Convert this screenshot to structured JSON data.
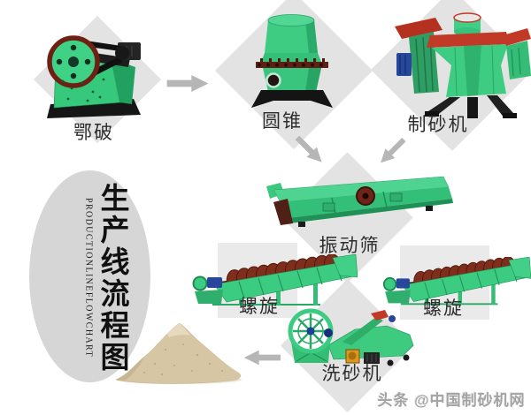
{
  "title_oval": {
    "chinese": "生产线流程图",
    "english": "PRODUCTIONLINEFLOWCHART"
  },
  "machines": {
    "jaw": {
      "label": "鄂破"
    },
    "cone": {
      "label": "圆锥"
    },
    "sandmaker": {
      "label": "制砂机"
    },
    "screen": {
      "label": "振动筛"
    },
    "spiral_left": {
      "label": "螺旋"
    },
    "spiral_right": {
      "label": "螺旋"
    },
    "washer": {
      "label": "洗砂机"
    }
  },
  "flow_arrows": [
    {
      "from": "鄂破",
      "to": "圆锥",
      "direction": "right"
    },
    {
      "from": "圆锥",
      "to": "振动筛",
      "direction": "down-right"
    },
    {
      "from": "制砂机",
      "to": "振动筛",
      "direction": "down-left"
    },
    {
      "from": "洗砂机",
      "to": "sand-pile",
      "direction": "left"
    }
  ],
  "watermark": {
    "text": "头条 @中国制砂机网"
  },
  "colors": {
    "machine_green": "#3bcb81",
    "machine_green_dark": "#2aa866",
    "diamond_gray": "#e3e3e3",
    "square_gray": "#eaeaea",
    "arrow_gray": "#b6b6b6",
    "spiral_maroon": "#7d2e1c",
    "accent_red": "#c13a28",
    "accent_blue": "#27479c",
    "sand_tan": "#d7c6a4"
  }
}
